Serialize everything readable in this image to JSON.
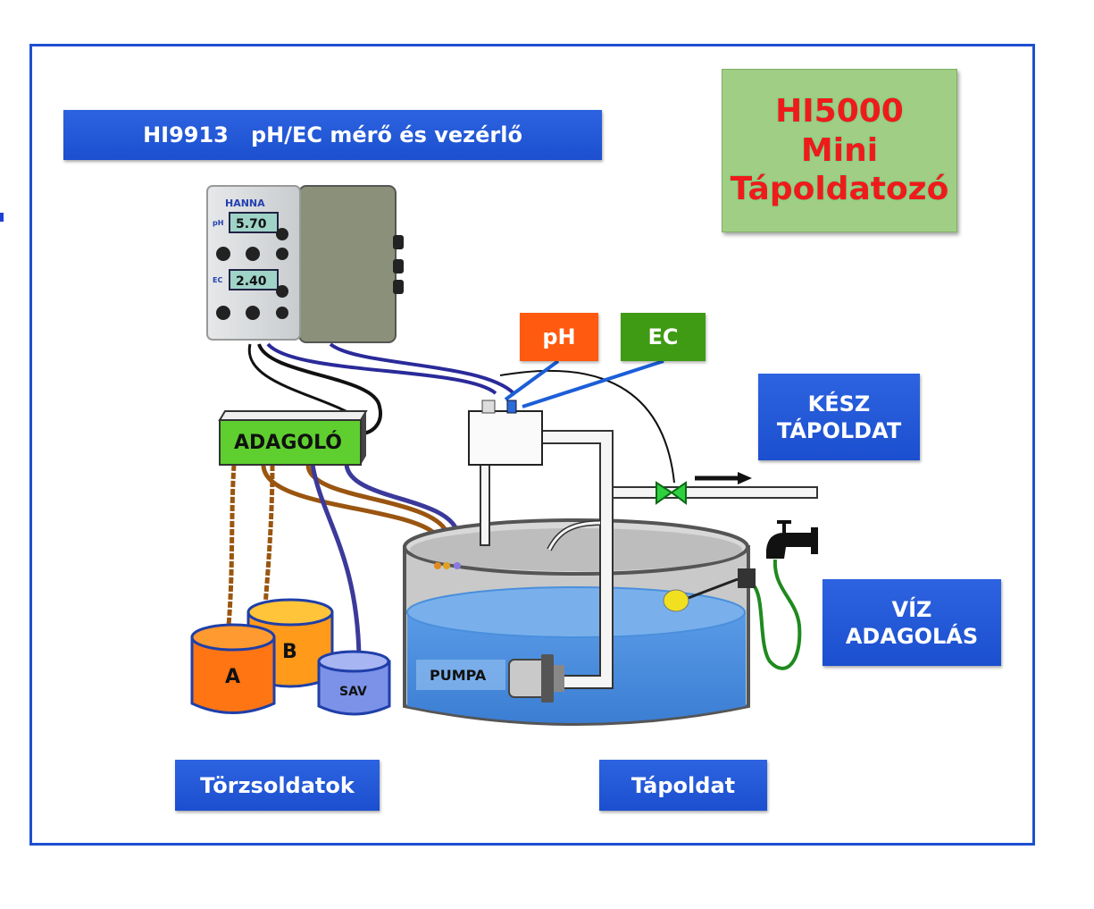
{
  "title": "HI9913   pH/EC mérő és vezérlő",
  "brand": {
    "lines": [
      "HI5000",
      "Mini",
      "Tápoldatozó"
    ],
    "bg_color": "#9fce84",
    "text_color": "#ef1b1b"
  },
  "controller": {
    "brand": "HANNA",
    "ph_display": "5.70",
    "ec_display": "2.40",
    "ph_label": "pH",
    "ec_label": "EC"
  },
  "sensors": {
    "ph": "pH",
    "ec": "EC"
  },
  "doser": {
    "label": "ADAGOLÓ",
    "color": "#5fcf2f"
  },
  "containers": {
    "a": "A",
    "b": "B",
    "acid": "SAV"
  },
  "tank": {
    "pump_label": "PUMPA"
  },
  "labels": {
    "ready_solution": [
      "KÉSZ",
      "TÁPOLDAT"
    ],
    "water_supply": [
      "VÍZ",
      "ADAGOLÁS"
    ],
    "stock_solutions": "Törzsoldatok",
    "nutrient_solution": "Tápoldat"
  },
  "colors": {
    "frame": "#1f4fd1",
    "label_blue": "#1f55d4",
    "water": "#4a8fdc",
    "ph_box": "#ff5a0f",
    "ec_box": "#3f9a14",
    "valve": "#2fd03f"
  }
}
